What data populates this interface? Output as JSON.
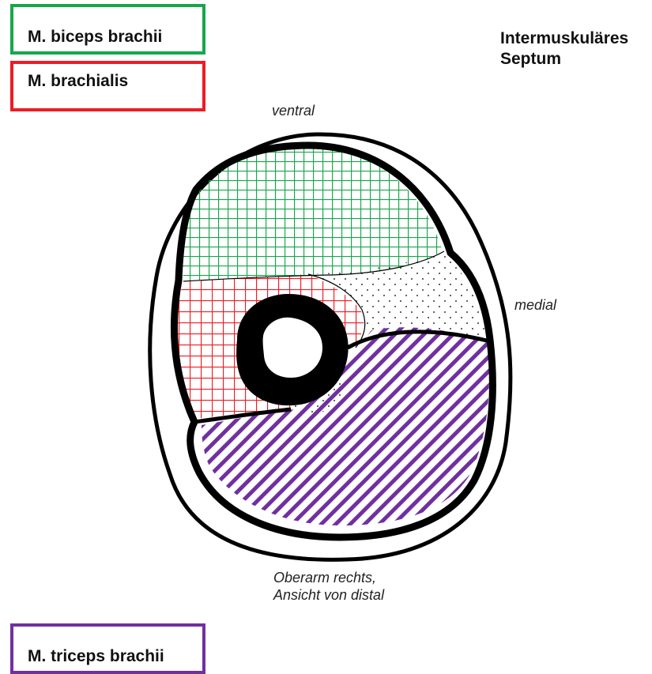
{
  "labels": {
    "biceps": "M. biceps brachii",
    "brachialis": "M. brachialis",
    "triceps": "M. triceps brachii",
    "septum_line1": "Intermuskuläres",
    "septum_line2": "Septum"
  },
  "orientation": {
    "ventral": "ventral",
    "medial": "medial"
  },
  "caption": {
    "line1": "Oberarm rechts,",
    "line2": "Ansicht von distal"
  },
  "colors": {
    "biceps": "#17a74a",
    "brachialis": "#ee1c24",
    "triceps": "#7030a0",
    "outline": "#000000"
  }
}
